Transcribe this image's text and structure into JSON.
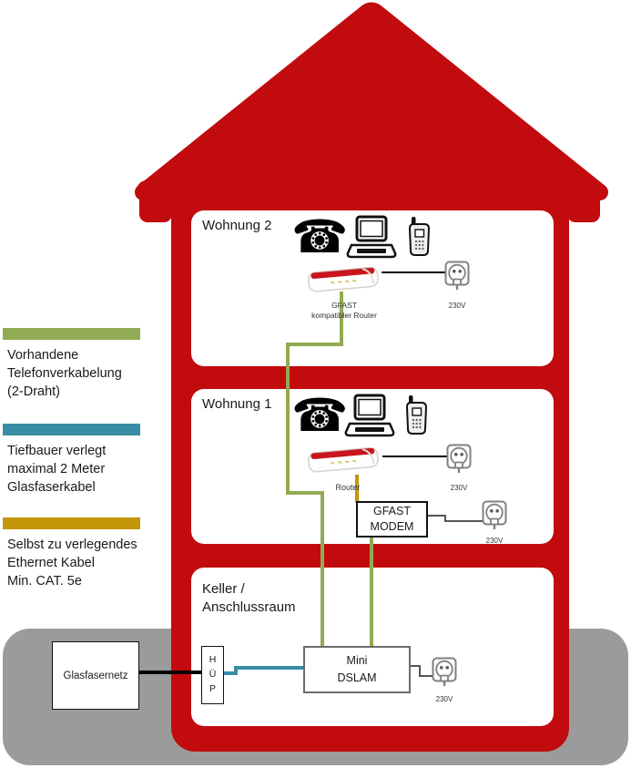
{
  "colors": {
    "house_red": "#C20B0E",
    "ground_gray": "#9B9B9B",
    "phone_wiring_green": "#91AB54",
    "fiber_teal": "#3A8CA6",
    "ethernet_gold": "#C49608"
  },
  "legend": {
    "items": [
      {
        "color": "#91AB54",
        "lines": [
          "Vorhandene",
          "Telefonverkabelung",
          "(2-Draht)"
        ]
      },
      {
        "color": "#3A8CA6",
        "lines": [
          "Tiefbauer verlegt",
          "maximal 2 Meter",
          "Glasfaserkabel"
        ]
      },
      {
        "color": "#C49608",
        "lines": [
          "Selbst zu verlegendes",
          "Ethernet Kabel",
          "Min. CAT. 5e"
        ]
      }
    ]
  },
  "icons": {
    "phone_glyph": "☎"
  },
  "floors": {
    "wohnung2": {
      "title": "Wohnung 2",
      "router_label_lines": [
        "GFAST",
        "kompatibler Router"
      ],
      "outlet_label": "230V"
    },
    "wohnung1": {
      "title": "Wohnung 1",
      "router_label": "Router",
      "router_outlet_label": "230V",
      "modem_lines": [
        "GFAST",
        "MODEM"
      ],
      "modem_outlet_label": "230V"
    },
    "keller": {
      "title_lines": [
        "Keller /",
        "Anschlussraum"
      ],
      "dslam_lines": [
        "Mini",
        "DSLAM"
      ],
      "hup_label": "HÜP",
      "outlet_label": "230V"
    }
  },
  "external": {
    "fiber_network_label": "Glasfasernetz"
  }
}
